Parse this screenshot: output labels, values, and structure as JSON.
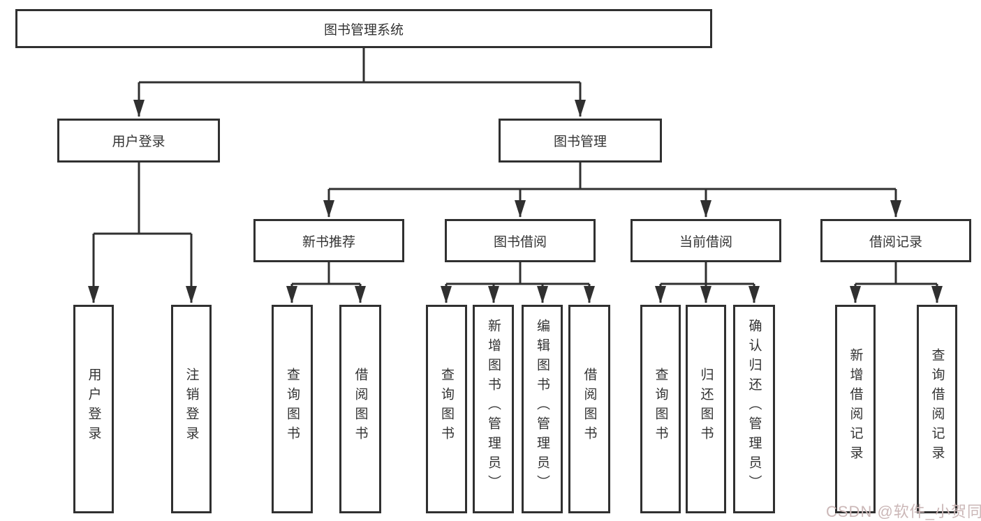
{
  "colors": {
    "background": "#ffffff",
    "line": "#303030",
    "text": "#333333",
    "box_background": "#ffffff",
    "watermark": "#cbb7b7"
  },
  "watermark": "CSDN @软件_小贺同学",
  "tree": {
    "label": "图书管理系统",
    "children": [
      {
        "label": "用户登录",
        "children": [
          {
            "label": "用户登录"
          },
          {
            "label": "注销登录"
          }
        ]
      },
      {
        "label": "图书管理",
        "children": [
          {
            "label": "新书推荐",
            "children": [
              {
                "label": "查询图书"
              },
              {
                "label": "借阅图书"
              }
            ]
          },
          {
            "label": "图书借阅",
            "children": [
              {
                "label": "查询图书"
              },
              {
                "label": "新增图书（管理员）"
              },
              {
                "label": "编辑图书（管理员）"
              },
              {
                "label": "借阅图书"
              }
            ]
          },
          {
            "label": "当前借阅",
            "children": [
              {
                "label": "查询图书"
              },
              {
                "label": "归还图书"
              },
              {
                "label": "确认归还（管理员）"
              }
            ]
          },
          {
            "label": "借阅记录",
            "children": [
              {
                "label": "新增借阅记录"
              },
              {
                "label": "查询借阅记录"
              }
            ]
          }
        ]
      }
    ]
  }
}
